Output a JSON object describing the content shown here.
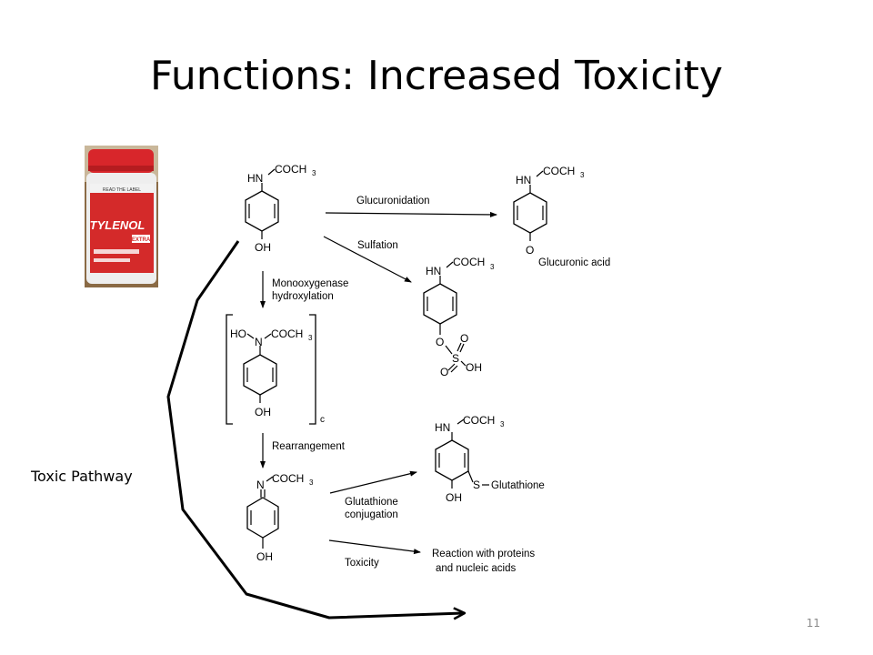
{
  "slide": {
    "title": "Functions: Increased Toxicity",
    "page_number": "11"
  },
  "side_label": "Toxic Pathway",
  "bottle": {
    "brand": "TYLENOL",
    "strength": "EXTRA",
    "top_band": "READ THE LABEL",
    "cap_color": "#d8262b"
  },
  "pathway": {
    "reactions": {
      "glucuronidation": "Glucuronidation",
      "sulfation": "Sulfation",
      "monooxygenase_1": "Monooxygenase",
      "monooxygenase_2": "hydroxylation",
      "rearrangement": "Rearrangement",
      "gsh_conj_1": "Glutathione",
      "gsh_conj_2": "conjugation",
      "toxicity": "Toxicity"
    },
    "products": {
      "glucuronic_acid": "Glucuronic acid",
      "glutathione": "Glutathione",
      "proteins_1": "Reaction with proteins",
      "proteins_2": "and nucleic acids"
    },
    "atoms": {
      "HN": "HN",
      "HO": "HO",
      "N": "N",
      "OH": "OH",
      "O": "O",
      "S": "S",
      "C": "COCH",
      "sub3": "3",
      "bracket_c": "c"
    }
  }
}
